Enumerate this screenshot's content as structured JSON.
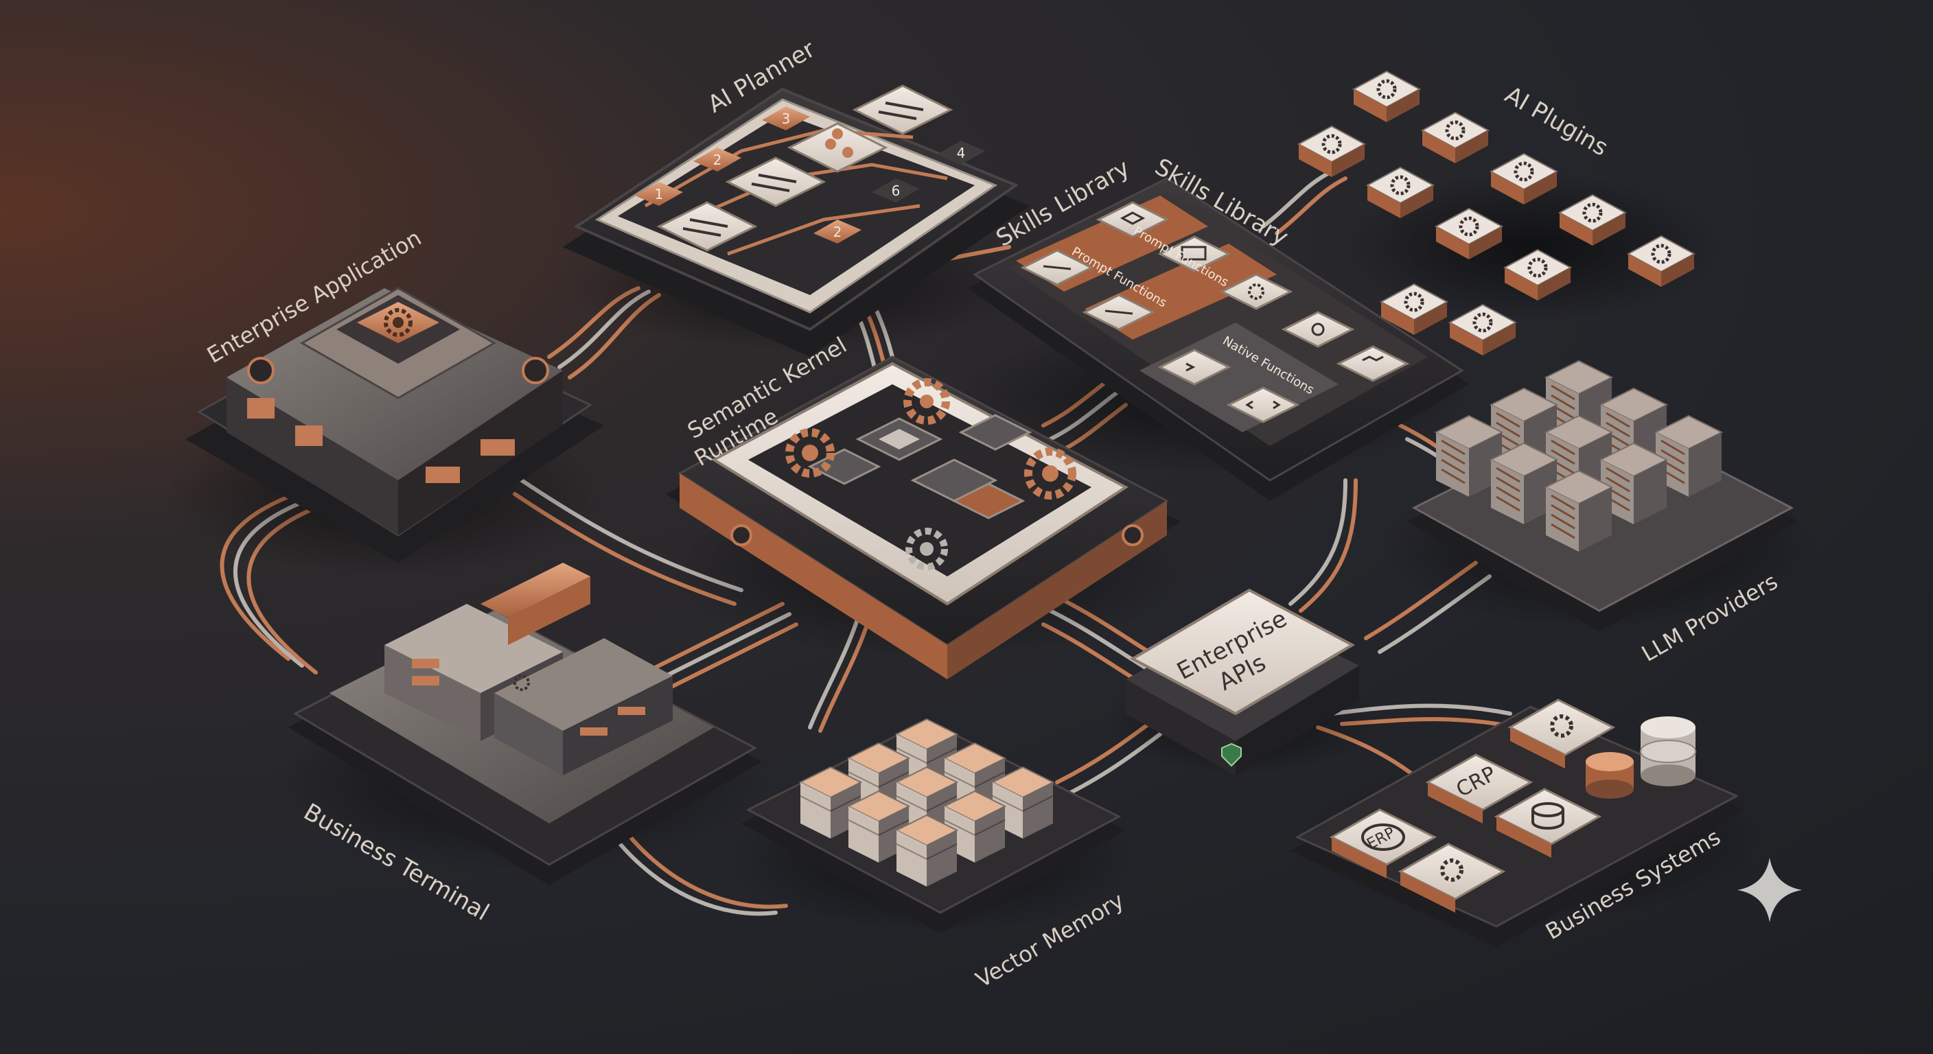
{
  "labels": {
    "ai_planner": "AI Planner",
    "enterprise_application": "Enterprise Application",
    "skills_library": "Skills Library",
    "ai_plugins": "AI Plugins",
    "semantic_kernel_runtime_1": "Semantic Kernel",
    "semantic_kernel_runtime_2": "Runtime",
    "llm_providers": "LLM Providers",
    "enterprise_apis_1": "Enterprise",
    "enterprise_apis_2": "APIs",
    "business_terminal": "Business Terminal",
    "vector_memory": "Vector Memory",
    "business_systems": "Business Systems"
  },
  "skills": {
    "prompt_functions_top": "Prompt Functions",
    "prompt_functions_mid": "Prompt Functions",
    "native_functions": "Native Functions"
  },
  "planner_steps": [
    "1",
    "2",
    "3",
    "2",
    "4",
    "6"
  ],
  "business_tiles": {
    "crp": "CRP",
    "erp": "ERP"
  },
  "colors": {
    "copper": "#c27b55",
    "copper_light": "#e1a27c",
    "panel_light": "#e8dfd6",
    "metal_dark": "#2c2b2e",
    "background": "#23252a"
  },
  "icons": [
    "gear-icon",
    "chip-icon",
    "code-icon",
    "terminal-icon",
    "database-icon",
    "shield-icon",
    "sparkle-icon",
    "list-icon",
    "network-icon"
  ]
}
